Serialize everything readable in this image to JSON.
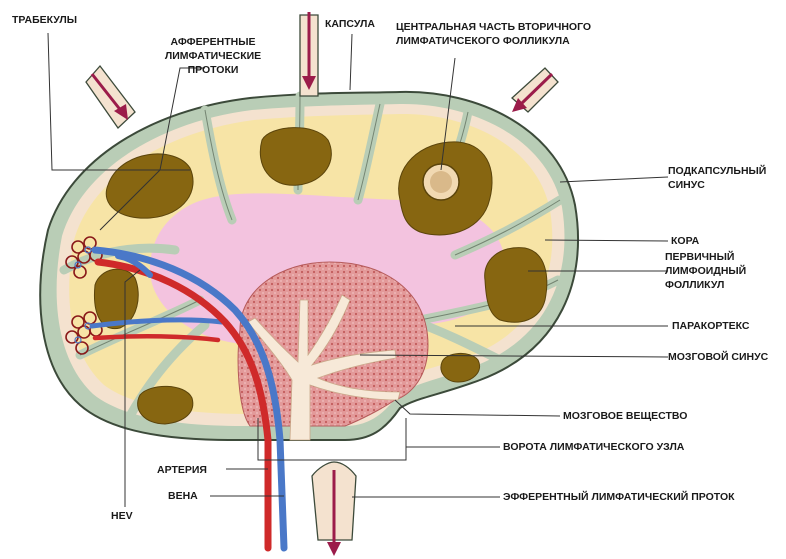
{
  "labels": {
    "trabeculae": "ТРАБЕКУЛЫ",
    "afferent_l1": "АФФЕРЕНТНЫЕ",
    "afferent_l2": "ЛИМФАТИЧЕСКИЕ",
    "afferent_l3": "ПРОТОКИ",
    "capsule": "КАПСУЛА",
    "germinal_l1": "ЦЕНТРАЛЬНАЯ ЧАСТЬ ВТОРИЧНОГО",
    "germinal_l2": "ЛИМФАТИЧСЕКОГО ФОЛЛИКУЛА",
    "subcapsular_l1": "ПОДКАПСУЛЬНЫЙ",
    "subcapsular_l2": "СИНУС",
    "cortex": "КОРА",
    "primary_l1": "ПЕРВИЧНЫЙ",
    "primary_l2": "ЛИМФОИДНЫЙ",
    "primary_l3": "ФОЛЛИКУЛ",
    "paracortex": "ПАРАКОРТЕКС",
    "medullary_sinus": "МОЗГОВОЙ СИНУС",
    "medulla": "МОЗГОВОЕ ВЕЩЕСТВО",
    "hilum": "ВОРОТА ЛИМФАТИЧЕСКОГО УЗЛА",
    "artery": "АРТЕРИЯ",
    "vein": "ВЕНА",
    "hev": "HEV",
    "efferent": "ЭФФЕРЕНТНЫЙ ЛИМФАТИЧЕСКИЙ ПРОТОК"
  },
  "colors": {
    "capsule": "#b9cdb6",
    "capsule_outline": "#3c4a3a",
    "cortex": "#f7e4a6",
    "subcapsular": "#f6e3cf",
    "paracortex": "#f3c3df",
    "follicle": "#8a6a12",
    "medulla": "#d98a8a",
    "artery": "#d02a2a",
    "vein": "#4a78c8",
    "arrow": "#9b1c4a"
  }
}
